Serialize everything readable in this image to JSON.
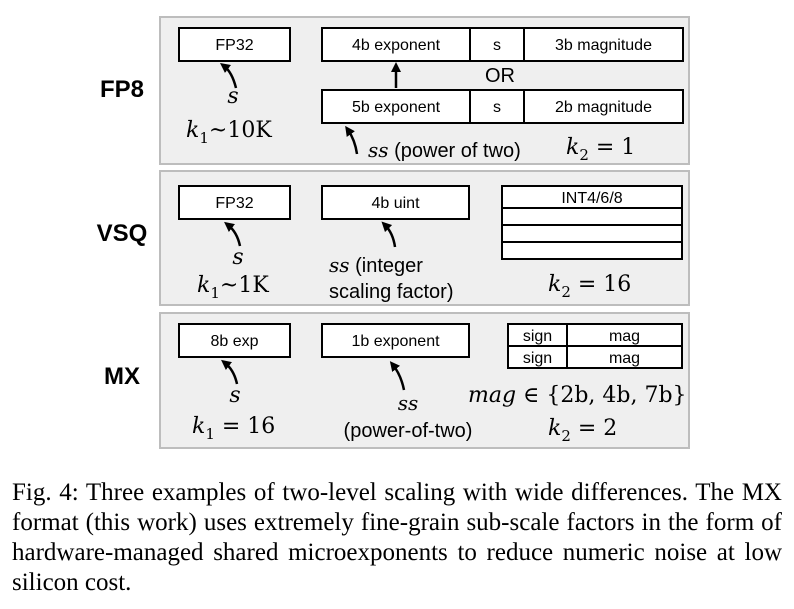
{
  "rows": [
    {
      "label": "FP8",
      "scale_box": "FP32",
      "scale_sym": "s",
      "k1_base": "k",
      "k1_sub": "1",
      "k1_rest": "~10K",
      "fmt_a": {
        "exponent": "4b exponent",
        "sign": "s",
        "magnitude": "3b magnitude"
      },
      "or_text": "OR",
      "fmt_b": {
        "exponent": "5b exponent",
        "sign": "s",
        "magnitude": "2b magnitude"
      },
      "subscale_sym": "ss",
      "subscale_note": " (power of two)",
      "k2_base": "k",
      "k2_sub": "2",
      "k2_rest": " = 1"
    },
    {
      "label": "VSQ",
      "scale_box": "FP32",
      "scale_sym": "s",
      "k1_base": "k",
      "k1_sub": "1",
      "k1_rest": "~1K",
      "subscale_box": "4b uint",
      "subscale_sym": "ss",
      "subscale_note_1": " (integer",
      "subscale_note_2": "scaling factor)",
      "element_box": "INT4/6/8",
      "k2_base": "k",
      "k2_sub": "2",
      "k2_rest": " = 16"
    },
    {
      "label": "MX",
      "scale_box": "8b exp",
      "scale_sym": "s",
      "k1_base": "k",
      "k1_sub": "1",
      "k1_rest": " = 16",
      "subscale_box": "1b exponent",
      "subscale_sym": "ss",
      "subscale_note": "(power-of-two)",
      "elements": [
        {
          "sign": "sign",
          "mag": "mag"
        },
        {
          "sign": "sign",
          "mag": "mag"
        }
      ],
      "mag_var": "mag",
      "mag_set": " ∈ {2b, 4b, 7b}",
      "k2_base": "k",
      "k2_sub": "2",
      "k2_rest": " = 2"
    }
  ],
  "caption": "Fig. 4: Three examples of two-level scaling with wide differences. The MX format (this work) uses extremely fine-grain sub-scale factors in the form of hardware-managed shared microexponents to reduce numeric noise at low silicon cost.",
  "colors": {
    "panel_fill": "#efefef",
    "panel_border": "#bdbdbd",
    "ink": "#000000"
  }
}
